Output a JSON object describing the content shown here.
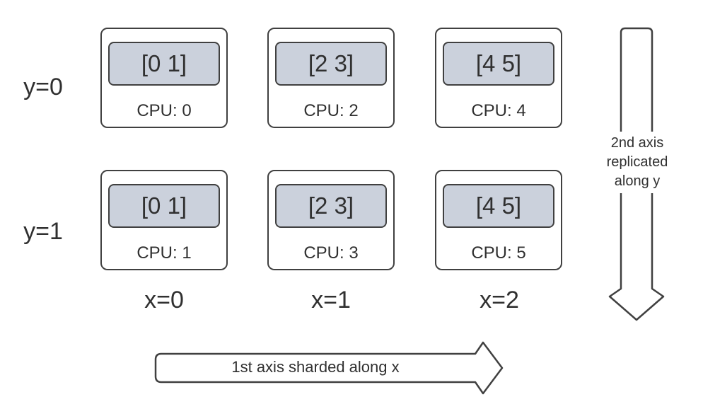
{
  "diagram": {
    "row_labels": [
      {
        "label": "y=0"
      },
      {
        "label": "y=1"
      }
    ],
    "col_labels": [
      {
        "label": "x=0"
      },
      {
        "label": "x=1"
      },
      {
        "label": "x=2"
      }
    ],
    "cells": [
      {
        "shard": "[0 1]",
        "cpu": "CPU: 0"
      },
      {
        "shard": "[2 3]",
        "cpu": "CPU: 2"
      },
      {
        "shard": "[4 5]",
        "cpu": "CPU: 4"
      },
      {
        "shard": "[0 1]",
        "cpu": "CPU: 1"
      },
      {
        "shard": "[2 3]",
        "cpu": "CPU: 3"
      },
      {
        "shard": "[4 5]",
        "cpu": "CPU: 5"
      }
    ],
    "arrows": {
      "vertical": {
        "lines": [
          "2nd axis",
          "replicated",
          "along y"
        ]
      },
      "horizontal": {
        "label": "1st axis sharded along x"
      }
    },
    "colors": {
      "shard_fill": "#cbd1dc",
      "stroke": "#404040",
      "text": "#303030",
      "background": "#ffffff"
    }
  }
}
